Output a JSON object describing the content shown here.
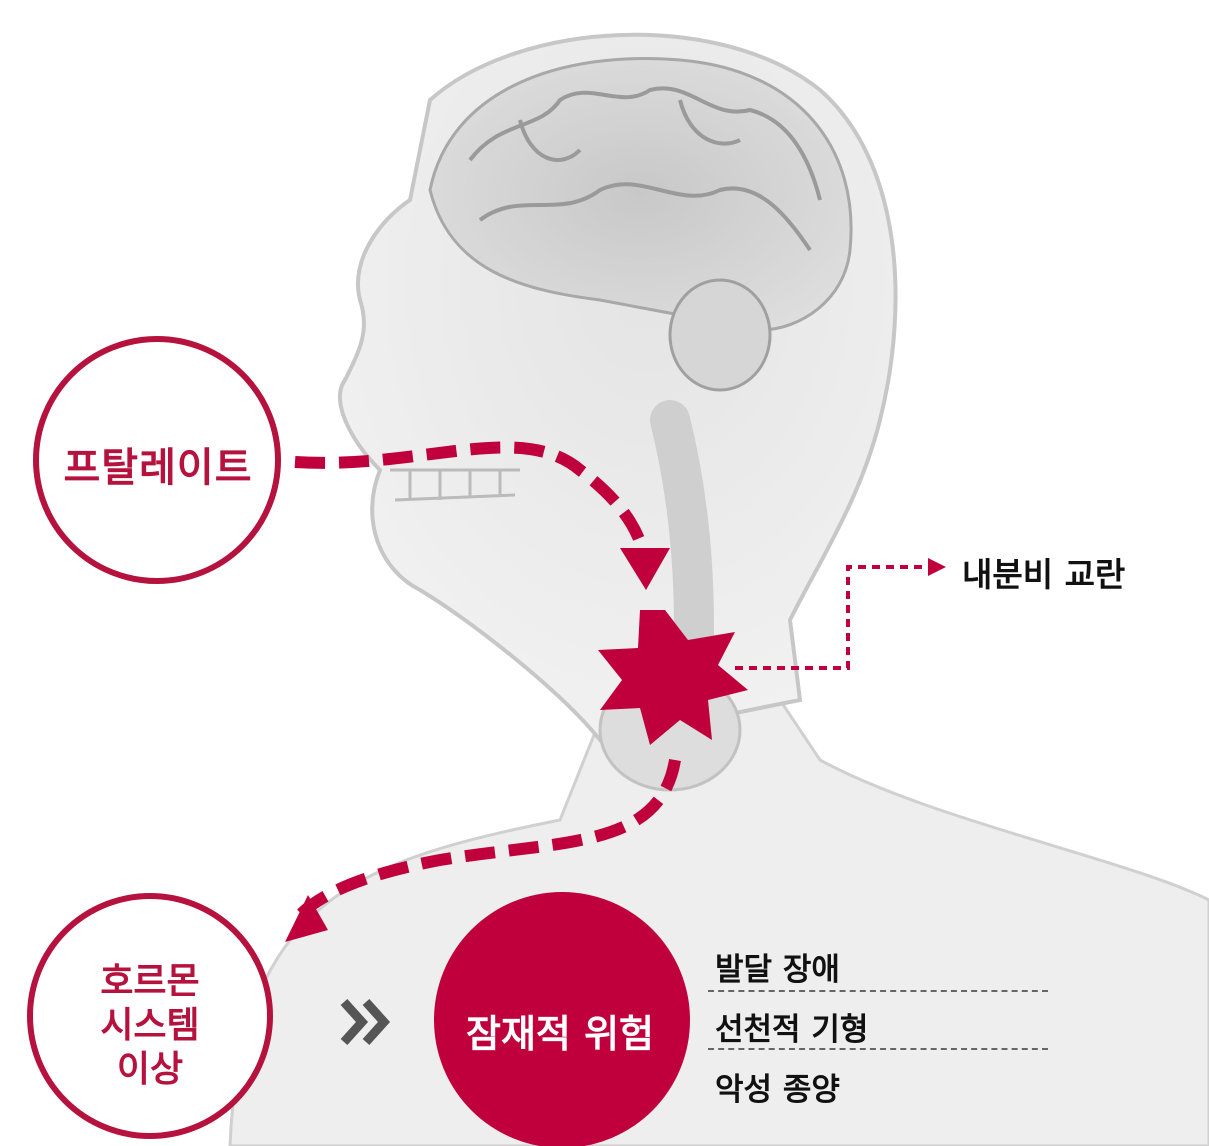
{
  "labels": {
    "phthalate": "프탈레이트",
    "hormone_lines": [
      "호르몬",
      "시스템",
      "이상"
    ],
    "endocrine": "내분비 교란",
    "risk": "잠재적 위험",
    "risk_items": [
      "발달 장애",
      "선천적 기형",
      "악성 종양"
    ]
  },
  "icons": {
    "double_chevron": "chevron-double-right-icon"
  },
  "colors": {
    "accent": "#c0003c",
    "circle_stroke": "#b5123e",
    "text_dark": "#111111",
    "chevron": "#555555"
  }
}
